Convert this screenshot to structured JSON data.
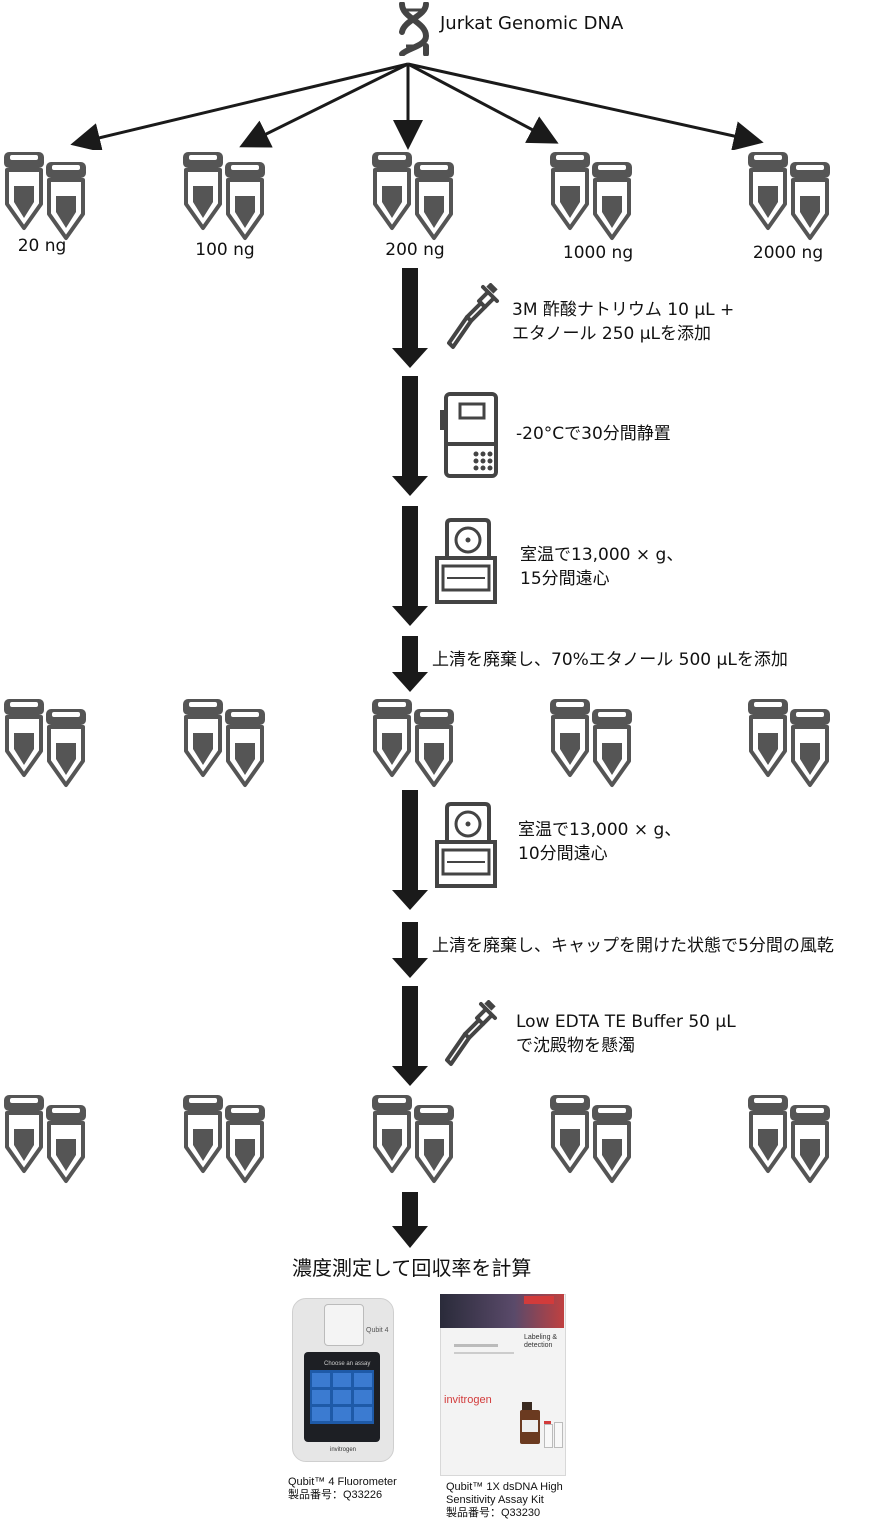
{
  "header": {
    "title": "Jurkat Genomic DNA",
    "dna_icon": "dna-icon"
  },
  "amounts": [
    "20 ng",
    "100 ng",
    "200 ng",
    "1000 ng",
    "2000 ng"
  ],
  "steps": {
    "add_reagent_1": "3M 酢酸ナトリウム 10 µL +",
    "add_reagent_2": "エタノール 250 µLを添加",
    "freeze": "-20°Cで30分間静置",
    "spin1_1": "室温で13,000 × g、",
    "spin1_2": "15分間遠心",
    "wash": "上清を廃棄し、70%エタノール 500 µLを添加",
    "spin2_1": "室温で13,000 × g、",
    "spin2_2": "10分間遠心",
    "dry": "上清を廃棄し、キャップを開けた状態で5分間の風乾",
    "resuspend_1": "Low EDTA TE Buffer 50 µL",
    "resuspend_2": "で沈殿物を懸濁"
  },
  "final": {
    "title": "濃度測定して回収率を計算"
  },
  "products": {
    "qubit_name": "Qubit™ 4 Fluorometer",
    "qubit_catalog": "製品番号：Q33226",
    "qubit_brand": "Qubit 4",
    "qubit_screen_header": "Choose an assay",
    "qubit_footer_brand": "invitrogen",
    "kit_name_1": "Qubit™ 1X dsDNA High",
    "kit_name_2": "Sensitivity Assay Kit",
    "kit_catalog": "製品番号：Q33230",
    "kit_tag_1": "Labeling &",
    "kit_tag_2": "detection",
    "kit_brand": "invitrogen"
  },
  "colors": {
    "tube": "#555555",
    "arrow": "#1a1a1a",
    "icon": "#444444"
  }
}
